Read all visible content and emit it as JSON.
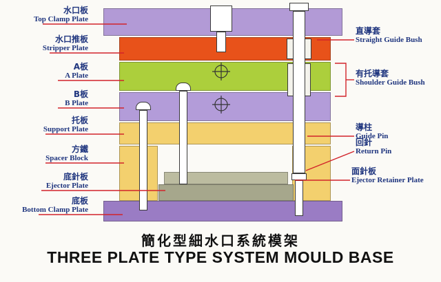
{
  "title": {
    "zh": "簡化型細水口系統模架",
    "en": "THREE PLATE TYPE SYSTEM MOULD BASE"
  },
  "left_labels": [
    {
      "zh": "水口板",
      "en": "Top Clamp Plate"
    },
    {
      "zh": "水口推板",
      "en": "Stripper Plate"
    },
    {
      "zh": "A板",
      "en": "A Plate"
    },
    {
      "zh": "B板",
      "en": "B Plate"
    },
    {
      "zh": "托板",
      "en": "Support Plate"
    },
    {
      "zh": "方鐵",
      "en": "Spacer Block"
    },
    {
      "zh": "底針板",
      "en": "Ejector Plate"
    },
    {
      "zh": "底板",
      "en": "Bottom Clamp Plate"
    }
  ],
  "right_labels": [
    {
      "zh": "直導套",
      "en": "Straight Guide Bush"
    },
    {
      "zh": "有托導套",
      "en": "Shoulder Guide Bush"
    },
    {
      "zh": "導柱",
      "en": "Guide Pin"
    },
    {
      "zh": "回針",
      "en": "Return Pin"
    },
    {
      "zh": "面針板",
      "en": "Ejector Retainer Plate"
    }
  ],
  "colors": {
    "top_clamp_plate": "#b29ad6",
    "stripper_plate": "#e8521a",
    "a_plate": "#accf3c",
    "b_plate": "#b39cd9",
    "support_plate": "#f3d06e",
    "spacer_block": "#f3d06e",
    "ejector_retainer_plate": "#bcbca0",
    "ejector_plate": "#a6a78c",
    "bottom_clamp_plate": "#9a7cc4",
    "leader_line": "#d2232a",
    "label_text": "#20367f"
  }
}
